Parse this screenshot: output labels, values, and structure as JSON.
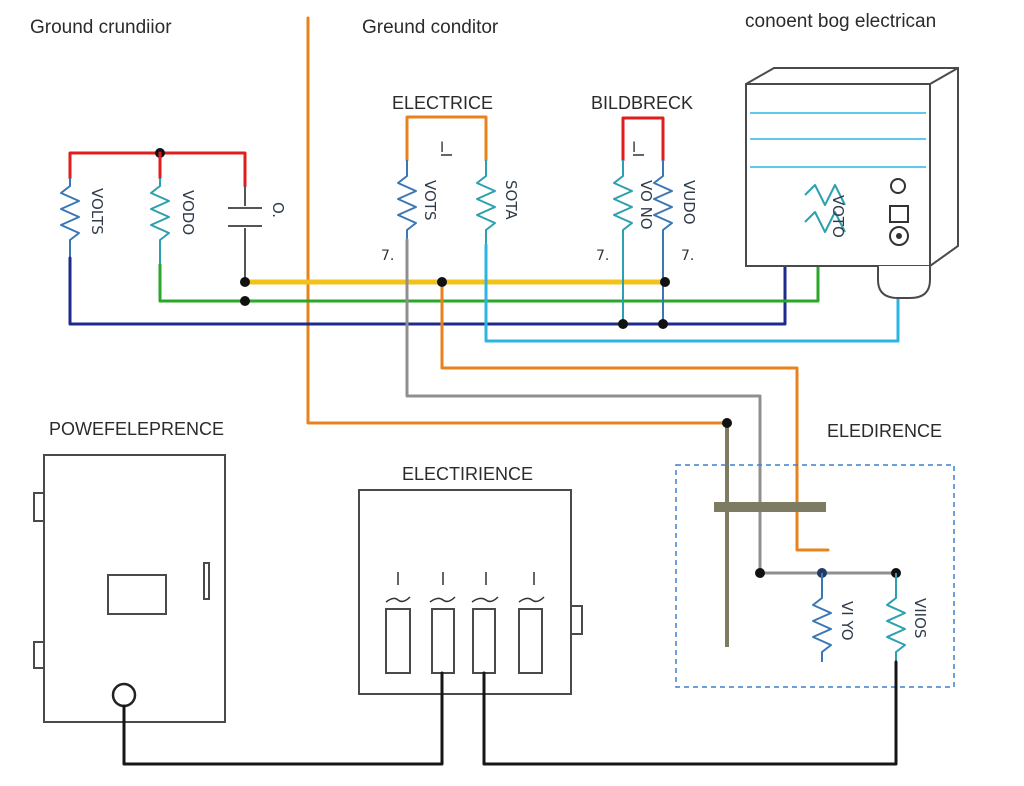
{
  "title_left": "Ground crundiior",
  "title_center": "Greund conditor",
  "title_right": "conoent bog electrican",
  "label_electrice": "ELECTRICE",
  "label_bildbreck": "BILDBRECK",
  "label_powerpanel": "POWEFELEPRENCE",
  "label_electirience": "ELECTIRIENCE",
  "label_eledirence": "ELEDIRENCE",
  "resistor_labels": {
    "r1": "VOLTS",
    "r2": "VODO",
    "cap": "O.",
    "r3": "VOTS",
    "r4": "SOTA",
    "r5": "VO NO",
    "r6": "VUDO",
    "outlet": "VOTO",
    "r7": "VI YO",
    "r8": "VIIOS"
  },
  "marks": {
    "m1": "7.",
    "m2": "7.",
    "m3": "7.",
    "switch1": "I",
    "switch2": "I"
  },
  "colors": {
    "red": "#e21d1d",
    "orange": "#e8821c",
    "yellow": "#f2c21a",
    "green": "#2aa72a",
    "navy": "#1f2a8f",
    "cyan": "#2bb5e0",
    "gray": "#8f8f8f",
    "olive": "#7d7b62",
    "black": "#161616",
    "resistor_blue": "#3a78b5",
    "resistor_teal": "#2aa0b0",
    "dashed_blue": "#3f7fd0"
  }
}
